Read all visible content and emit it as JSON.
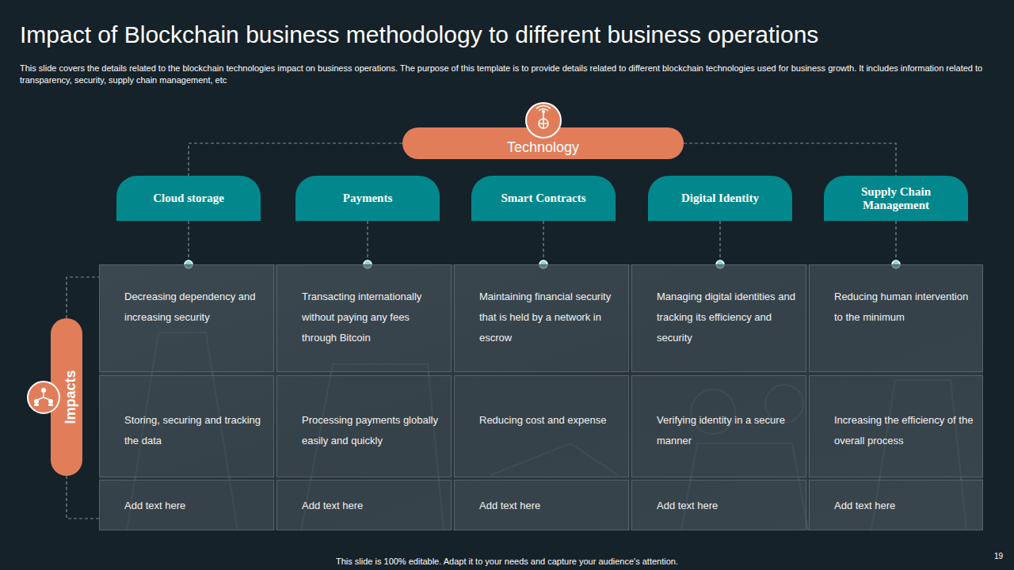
{
  "diagram": {
    "title": "Impact of Blockchain business methodology to different business operations",
    "nodes": [
      {
        "text": [
          "Technology"
        ]
      },
      {
        "text": [
          "Cloud storage"
        ]
      },
      {
        "text": [
          "Payments"
        ]
      },
      {
        "text": [
          "Smart Contracts"
        ]
      },
      {
        "text": [
          "Digital Identity"
        ]
      },
      {
        "text": [
          "Supply Chain Management"
        ]
      },
      {
        "text": [
          "Impacts"
        ]
      },
      {
        "text": [
          "Decreasing dependency and increasing security"
        ]
      },
      {
        "text": [
          "Transacting internationally without paying any fees through Bitcoin"
        ]
      },
      {
        "text": [
          "Maintaining financial security that is held by a network in escrow"
        ]
      },
      {
        "text": [
          "Managing digital identities and tracking its efficiency and security"
        ]
      },
      {
        "text": [
          "Reducing human intervention to the minimum"
        ]
      },
      {
        "text": [
          "Storing, securing and tracking the data"
        ]
      },
      {
        "text": [
          "Processing payments globally easily and quickly"
        ]
      },
      {
        "text": [
          "Reducing cost and expense"
        ]
      },
      {
        "text": [
          "Verifying identity in a secure manner"
        ]
      },
      {
        "text": [
          "Increasing the efficiency of the overall process"
        ]
      },
      {
        "text": [
          "Add text here"
        ]
      },
      {
        "text": [
          "Add text here"
        ]
      },
      {
        "text": [
          "Add text here"
        ]
      },
      {
        "text": [
          "Add text here"
        ]
      },
      {
        "text": [
          "Add text here"
        ]
      }
    ],
    "edges": [
      {
        "from": 0,
        "to": 1,
        "arrow": "none"
      },
      {
        "from": 0,
        "to": 5,
        "arrow": "none"
      },
      {
        "from": 1,
        "to": 7,
        "arrow": "none"
      },
      {
        "from": 2,
        "to": 8,
        "arrow": "none"
      },
      {
        "from": 3,
        "to": 9,
        "arrow": "none"
      },
      {
        "from": 4,
        "to": 10,
        "arrow": "none"
      },
      {
        "from": 5,
        "to": 11,
        "arrow": "none"
      },
      {
        "from": 6,
        "to": 7,
        "arrow": "none"
      },
      {
        "from": 6,
        "to": 17,
        "arrow": "none"
      }
    ],
    "labels": [
      "This slide covers the details related to the blockchain technologies impact on business operations. The purpose of this template is to provide details related to different blockchain technologies used for business growth. It includes information related to transparency, security, supply chain management, etc",
      "This slide is 100% editable. Adapt it to your needs and capture your audience's attention.",
      "19"
    ]
  }
}
